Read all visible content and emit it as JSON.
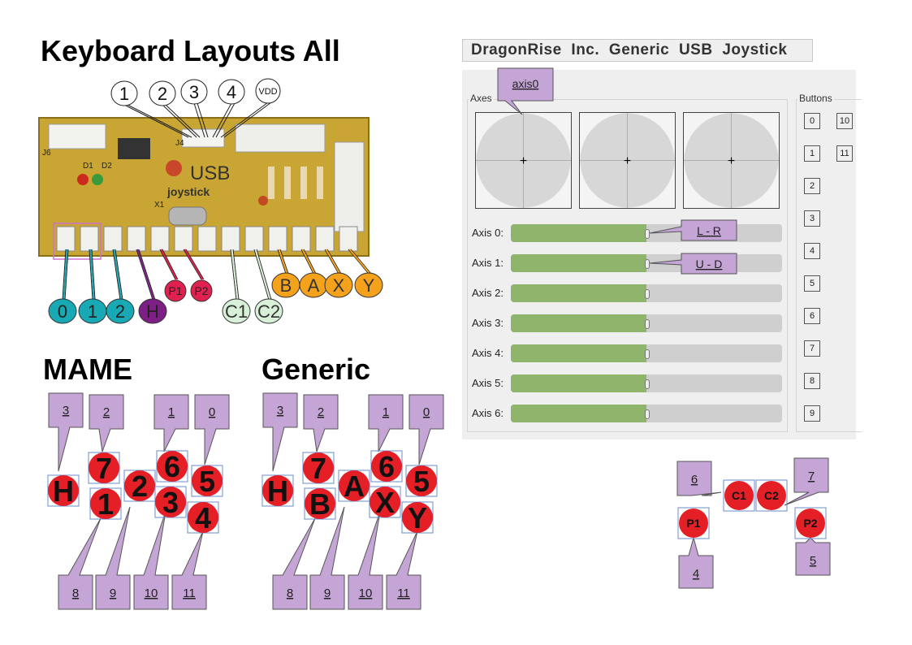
{
  "title": "Keyboard Layouts All",
  "board": {
    "top_connectors": [
      "1",
      "2",
      "3",
      "4",
      "VDD"
    ],
    "pcb_text": [
      "USB",
      "joystick",
      "J4",
      "D1",
      "D2",
      "J6",
      "X1"
    ],
    "bottom_pins": [
      {
        "label": "0",
        "color": "#19a9b5"
      },
      {
        "label": "1",
        "color": "#19a9b5"
      },
      {
        "label": "2",
        "color": "#19a9b5"
      },
      {
        "label": "H",
        "color": "#7e1f86"
      },
      {
        "label": "P1",
        "color": "#e0204e"
      },
      {
        "label": "P2",
        "color": "#e0204e"
      },
      {
        "label": "C1",
        "color": "#d8efd8"
      },
      {
        "label": "C2",
        "color": "#d8efd8"
      },
      {
        "label": "B",
        "color": "#f4a21c"
      },
      {
        "label": "A",
        "color": "#f4a21c"
      },
      {
        "label": "X",
        "color": "#f4a21c"
      },
      {
        "label": "Y",
        "color": "#f4a21c"
      }
    ]
  },
  "mame": {
    "title": "MAME",
    "buttons": [
      "H",
      "7",
      "1",
      "2",
      "6",
      "3",
      "5",
      "4"
    ],
    "callouts_top": [
      "3",
      "2",
      "1",
      "0"
    ],
    "callouts_bottom": [
      "8",
      "9",
      "10",
      "11"
    ]
  },
  "generic": {
    "title": "Generic",
    "buttons": [
      "H",
      "7",
      "B",
      "A",
      "6",
      "X",
      "5",
      "Y"
    ],
    "callouts_top": [
      "3",
      "2",
      "1",
      "0"
    ],
    "callouts_bottom": [
      "8",
      "9",
      "10",
      "11"
    ]
  },
  "joystick": {
    "device_name": "DragonRise Inc.  Generic  USB  Joystick",
    "axes_group_label": "Axes",
    "buttons_group_label": "Buttons",
    "axis0_callout": "axis0",
    "axes": [
      {
        "label": "Axis 0:",
        "value_fraction": 0.5,
        "callout": "L - R"
      },
      {
        "label": "Axis 1:",
        "value_fraction": 0.5,
        "callout": "U - D"
      },
      {
        "label": "Axis 2:",
        "value_fraction": 0.5
      },
      {
        "label": "Axis 3:",
        "value_fraction": 0.5
      },
      {
        "label": "Axis 4:",
        "value_fraction": 0.5
      },
      {
        "label": "Axis 5:",
        "value_fraction": 0.5
      },
      {
        "label": "Axis 6:",
        "value_fraction": 0.5
      }
    ],
    "buttons_col1": [
      "0",
      "1",
      "2",
      "3",
      "4",
      "5",
      "6",
      "7",
      "8",
      "9"
    ],
    "buttons_col2": [
      "10",
      "11"
    ]
  },
  "start_select": {
    "buttons": [
      "C1",
      "C2",
      "P1",
      "P2"
    ],
    "callouts": [
      "6",
      "7",
      "4",
      "5"
    ]
  },
  "colors": {
    "button_red": "#e41f26",
    "callout_purple": "#c5a5d5",
    "axis_green": "#8fb46b"
  }
}
